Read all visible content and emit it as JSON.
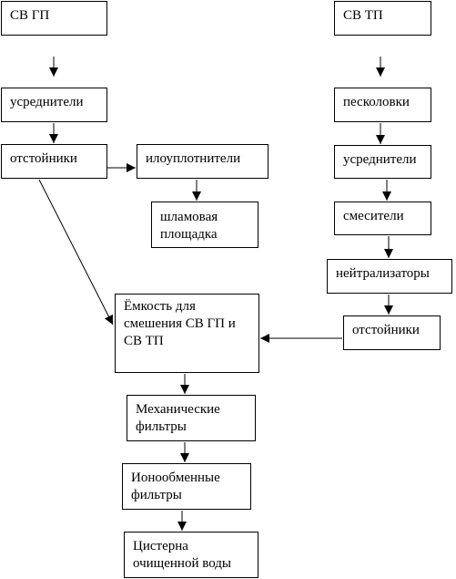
{
  "nodes": {
    "sv_gp": "СВ ГП",
    "sv_tp": "СВ ТП",
    "usredniteli_left": "усреднители",
    "otstoyniki_left": "отстойники",
    "iloouplotniteli": "илоуплотнители",
    "shlamovaya_ploshchadka": "шламовая\nплощадка",
    "peskolovki": "песколовки",
    "usredniteli_right": "усреднители",
    "smesiteli": "смесители",
    "neytralizatory": "нейтрализаторы",
    "otstoyniki_right": "отстойники",
    "emkost": "Ёмкость для\nсмешения СВ ГП и\nСВ ТП",
    "mekh_filtry": "Механические\nфильтры",
    "ionoobmennye_filtry": "Ионообменные\nфильтры",
    "tsisterna": "Цистерна\nочищенной воды"
  },
  "edges": [
    {
      "from": "sv_gp",
      "to": "usredniteli_left"
    },
    {
      "from": "usredniteli_left",
      "to": "otstoyniki_left"
    },
    {
      "from": "otstoyniki_left",
      "to": "iloouplotniteli"
    },
    {
      "from": "iloouplotniteli",
      "to": "shlamovaya_ploshchadka"
    },
    {
      "from": "otstoyniki_left",
      "to": "emkost"
    },
    {
      "from": "sv_tp",
      "to": "peskolovki"
    },
    {
      "from": "peskolovki",
      "to": "usredniteli_right"
    },
    {
      "from": "usredniteli_right",
      "to": "smesiteli"
    },
    {
      "from": "smesiteli",
      "to": "neytralizatory"
    },
    {
      "from": "neytralizatory",
      "to": "otstoyniki_right"
    },
    {
      "from": "otstoyniki_right",
      "to": "emkost"
    },
    {
      "from": "emkost",
      "to": "mekh_filtry"
    },
    {
      "from": "mekh_filtry",
      "to": "ionoobmennye_filtry"
    },
    {
      "from": "ionoobmennye_filtry",
      "to": "tsisterna"
    }
  ]
}
